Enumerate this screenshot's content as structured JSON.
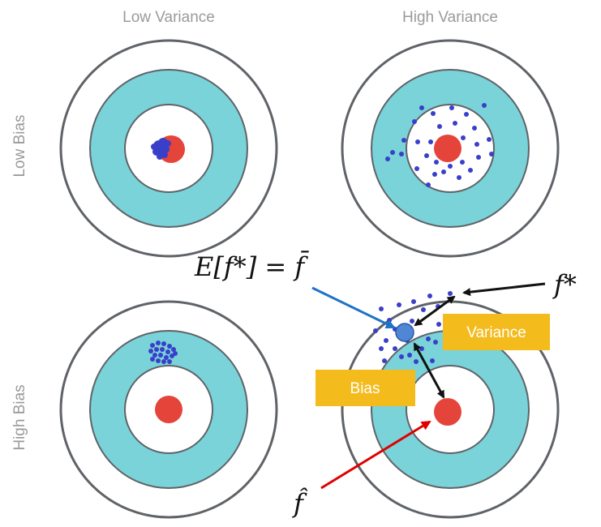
{
  "column_labels": {
    "low_variance": "Low Variance",
    "high_variance": "High Variance"
  },
  "row_labels": {
    "low_bias": "Low Bias",
    "high_bias": "High Bias"
  },
  "annotations": {
    "expectation": "E[f*] = f̄",
    "f_star": "f*",
    "f_hat": "f̂",
    "variance_box": "Variance",
    "bias_box": "Bias"
  },
  "colors": {
    "ring_outline": "#5f6368",
    "teal_ring": "#79d3d9",
    "bullseye": "#e5443a",
    "dots": "#3a3fc9",
    "mean_marker": "#4f86d6",
    "label_box": "#f4bb1d",
    "expectation_arrow": "#1f73c6",
    "f_hat_arrow": "#e00000",
    "double_arrow": "#111111"
  }
}
